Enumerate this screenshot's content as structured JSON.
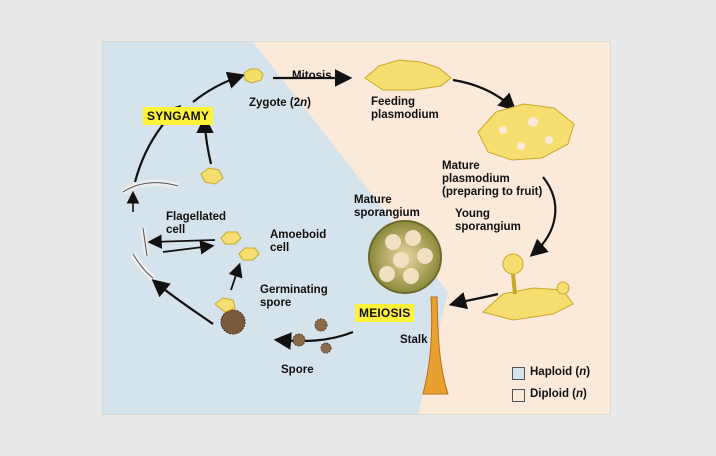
{
  "labels": {
    "mitosis": "Mitosis",
    "zygote_prefix": "Zygote (2",
    "zygote_n": "n",
    "zygote_suffix": ")",
    "feeding_plasmodium_1": "Feeding",
    "feeding_plasmodium_2": "plasmodium",
    "mature_plasmodium_1": "Mature",
    "mature_plasmodium_2": "plasmodium",
    "mature_plasmodium_3": "(preparing to fruit)",
    "young_sporangium_1": "Young",
    "young_sporangium_2": "sporangium",
    "mature_sporangium_1": "Mature",
    "mature_sporangium_2": "sporangium",
    "stalk": "Stalk",
    "spore": "Spore",
    "germinating_spore_1": "Germinating",
    "germinating_spore_2": "spore",
    "amoeboid_cell_1": "Amoeboid",
    "amoeboid_cell_2": "cell",
    "flagellated_cell_1": "Flagellated",
    "flagellated_cell_2": "cell"
  },
  "tags": {
    "syngamy": "SYNGAMY",
    "meiosis": "MEIOSIS"
  },
  "legend": {
    "haploid_label": "Haploid (",
    "haploid_n": "n",
    "diploid_label": "Diploid (",
    "diploid_n": "n",
    "close": ")",
    "haploid_color": "#d5e3ec",
    "diploid_color": "#fbe9d9"
  }
}
